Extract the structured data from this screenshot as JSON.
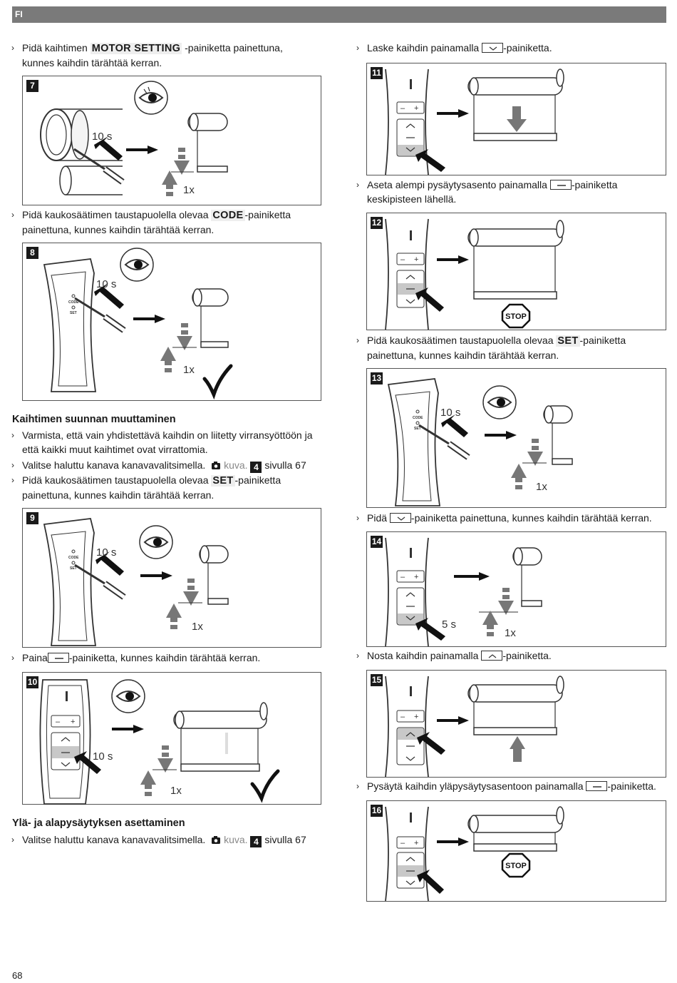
{
  "header": {
    "lang": "FI"
  },
  "left": {
    "p1_pre": "Pidä kaihtimen ",
    "p1_kw": "MOTOR SETTING",
    "p1_post": " -painiketta painettuna,",
    "p1_line2": "kunnes kaihdin tärähtää kerran.",
    "p2_pre": "Pidä kaukosäätimen taustapuolella olevaa ",
    "p2_kw": "CODE",
    "p2_post": "-painiketta",
    "p2_line2": "painettuna, kunnes kaihdin tärähtää kerran.",
    "heading1": "Kaihtimen suunnan muuttaminen",
    "p3_line1": "Varmista, että vain yhdistettävä kaihdin on liitetty virransyöttöön ja",
    "p3_line2": "että kaikki muut kaihtimet ovat virrattomia.",
    "p4_pre": "Valitse haluttu kanava kanavavalitsimella.",
    "p4_ref": "kuva.",
    "p4_num": "4",
    "p4_post": "sivulla 67",
    "p5_pre": "Pidä kaukosäätimen taustapuolella olevaa ",
    "p5_kw": "SET",
    "p5_post": "-painiketta",
    "p5_line2": "painettuna, kunnes kaihdin tärähtää kerran.",
    "p6_pre": "Paina",
    "p6_post": "-painiketta, kunnes kaihdin tärähtää kerran.",
    "heading2": "Ylä- ja alapysäytyksen asettaminen",
    "p7_pre": "Valitse haluttu kanava kanavavalitsimella.",
    "p7_ref": "kuva.",
    "p7_num": "4",
    "p7_post": "sivulla 67"
  },
  "right": {
    "p1_pre": "Laske kaihdin painamalla",
    "p1_post": "-painiketta.",
    "p2_pre": "Aseta alempi pysäytysasento painamalla",
    "p2_post": "-painiketta",
    "p2_line2": "keskipisteen lähellä.",
    "p3_pre": "Pidä kaukosäätimen taustapuolella olevaa ",
    "p3_kw": "SET",
    "p3_post": "-painiketta",
    "p3_line2": "painettuna, kunnes kaihdin tärähtää kerran.",
    "p4_pre": "Pidä",
    "p4_post": "-painiketta painettuna, kunnes kaihdin tärähtää kerran.",
    "p5_pre": "Nosta kaihdin painamalla",
    "p5_post": "-painiketta.",
    "p6_pre": "Pysäytä kaihdin yläpysäytysasentoon painamalla",
    "p6_post": "-painiketta."
  },
  "figures": {
    "f7": {
      "num": "7",
      "time": "10 s",
      "count": "1x"
    },
    "f8": {
      "num": "8",
      "time": "10 s",
      "count": "1x",
      "code": "CODE",
      "set": "SET"
    },
    "f9": {
      "num": "9",
      "time": "10 s",
      "count": "1x",
      "code": "CODE",
      "set": "SET"
    },
    "f10": {
      "num": "10",
      "time": "10 s",
      "count": "1x"
    },
    "f11": {
      "num": "11"
    },
    "f12": {
      "num": "12",
      "stop": "STOP"
    },
    "f13": {
      "num": "13",
      "time": "10 s",
      "count": "1x",
      "code": "CODE",
      "set": "SET"
    },
    "f14": {
      "num": "14",
      "time": "5 s",
      "count": "1x"
    },
    "f15": {
      "num": "15"
    },
    "f16": {
      "num": "16",
      "stop": "STOP"
    }
  },
  "page_number": "68"
}
